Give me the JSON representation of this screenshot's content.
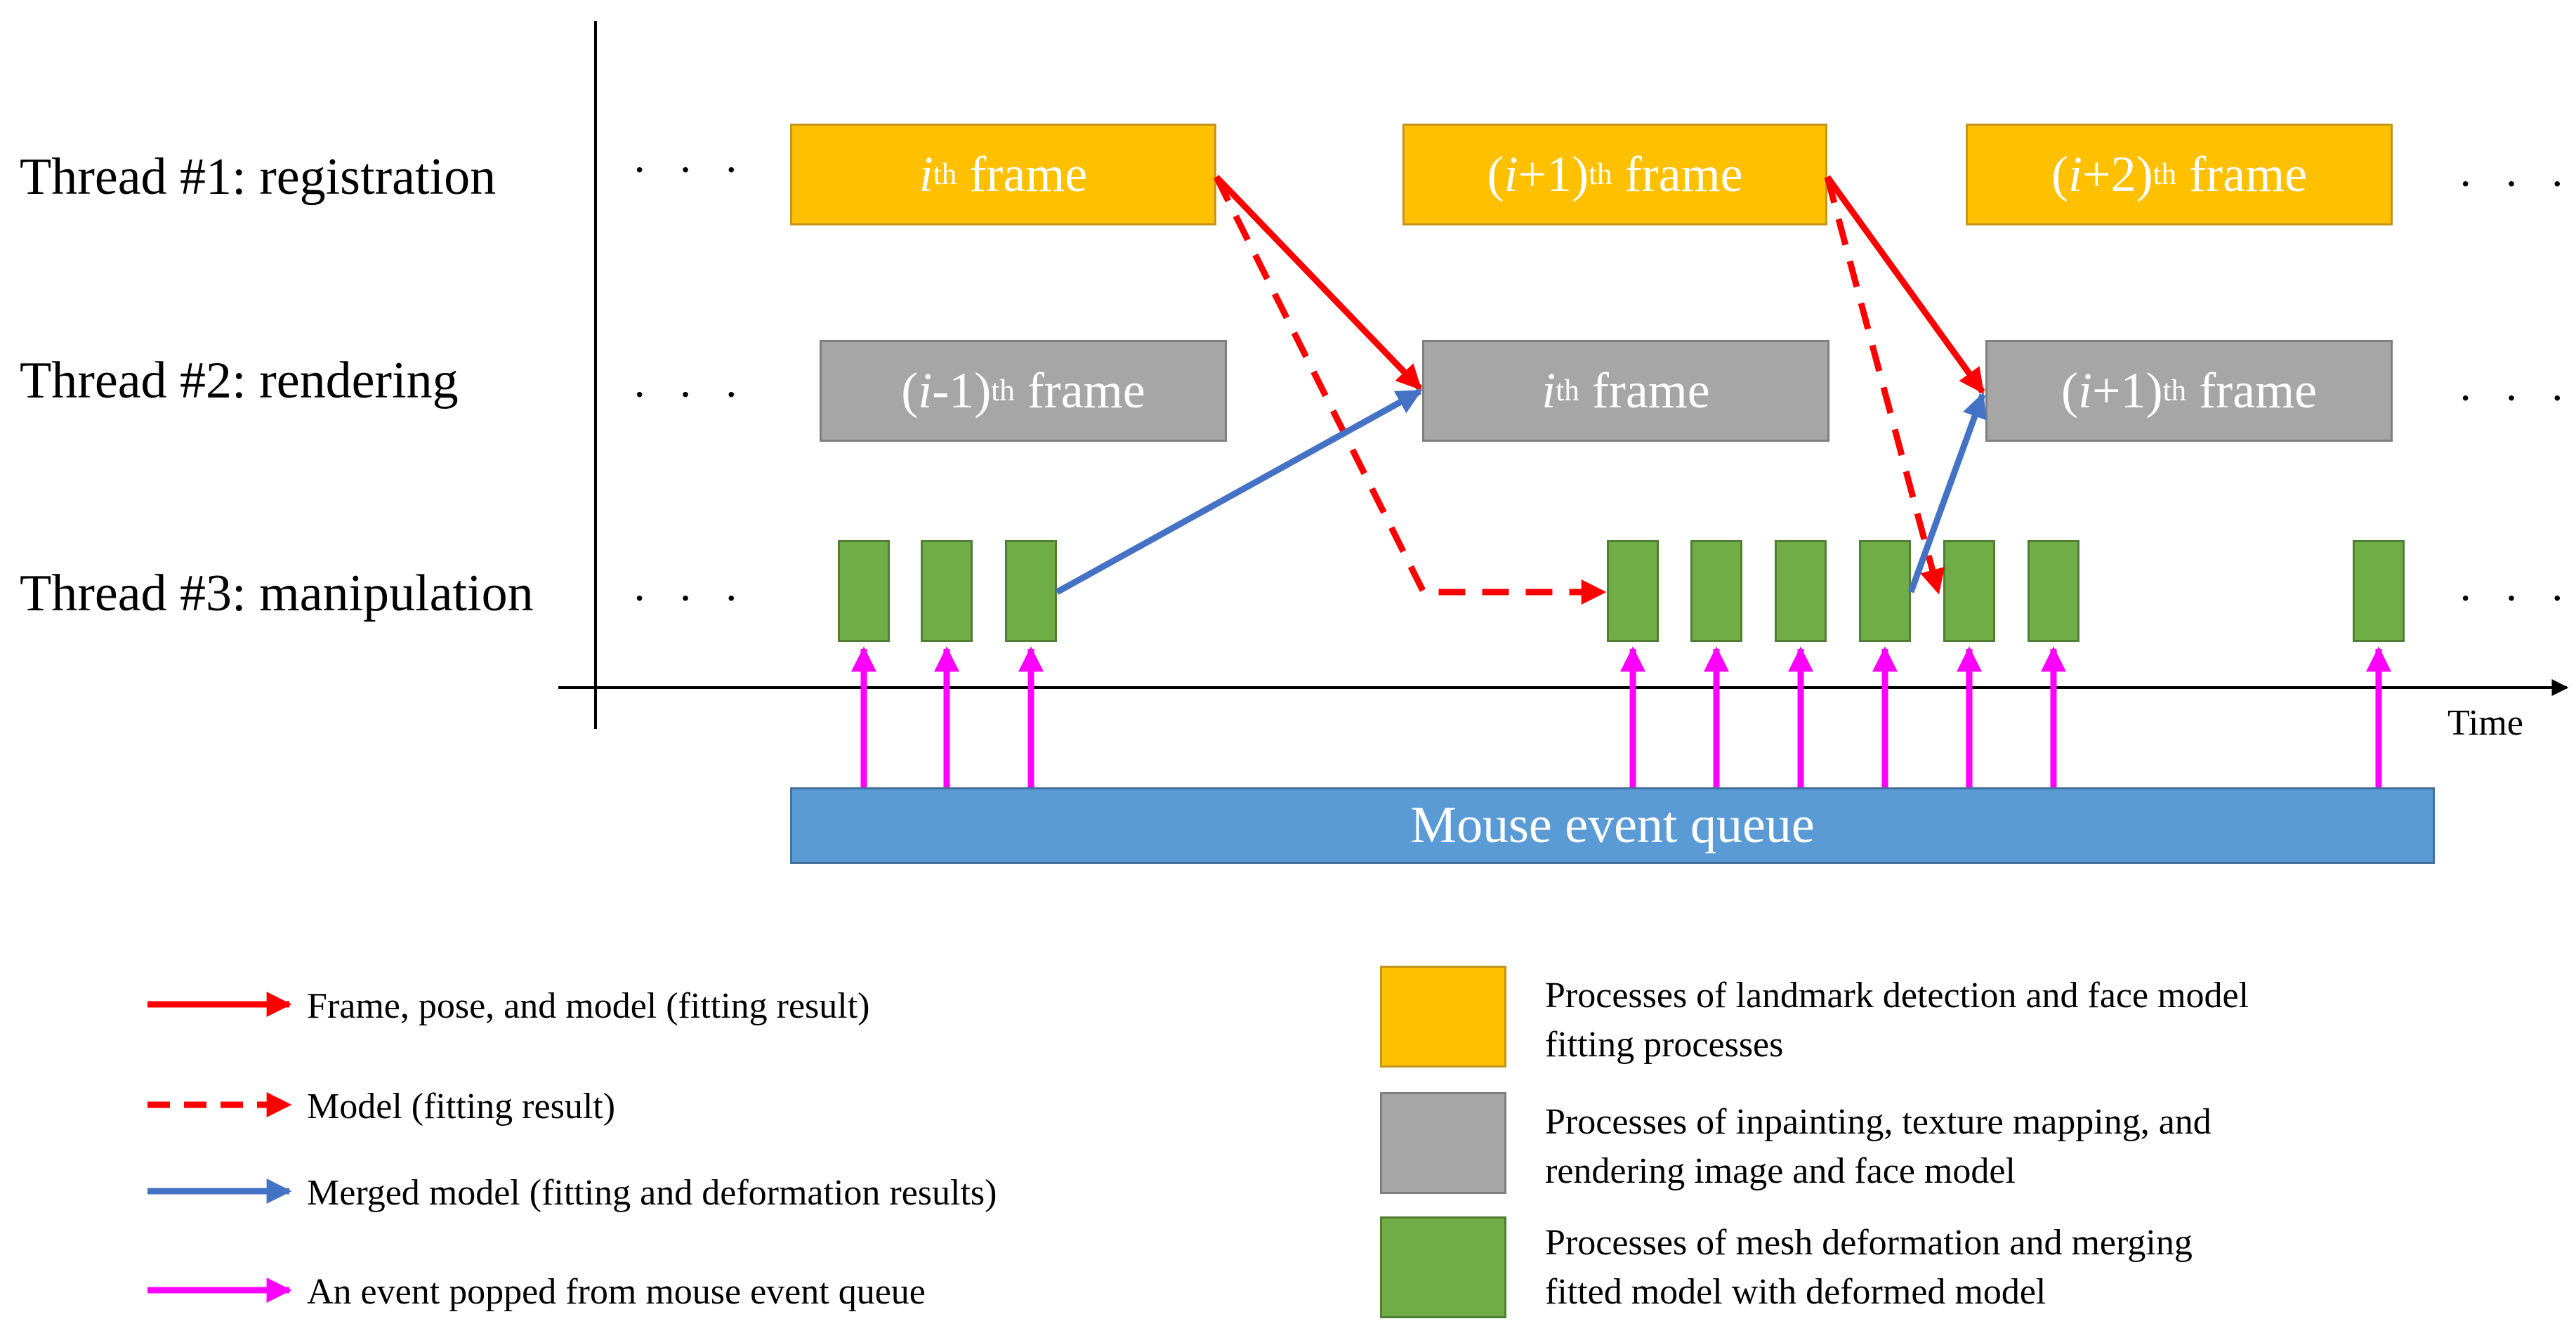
{
  "threads": [
    {
      "label": "Thread #1: registration"
    },
    {
      "label": "Thread #2: rendering"
    },
    {
      "label": "Thread #3: manipulation"
    }
  ],
  "ellipsis": "· · ·",
  "frames": {
    "t1": [
      {
        "pre": "",
        "var": "i",
        "post": "",
        "sup": "th",
        "word": " frame"
      },
      {
        "pre": "(",
        "var": "i",
        "post": "+1)",
        "sup": "th",
        "word": " frame"
      },
      {
        "pre": "(",
        "var": "i",
        "post": "+2)",
        "sup": "th",
        "word": " frame"
      }
    ],
    "t2": [
      {
        "pre": "(",
        "var": "i",
        "post": "-1)",
        "sup": "th",
        "word": " frame"
      },
      {
        "pre": "",
        "var": "i",
        "post": "",
        "sup": "th",
        "word": " frame"
      },
      {
        "pre": "(",
        "var": "i",
        "post": "+1)",
        "sup": "th",
        "word": " frame"
      }
    ]
  },
  "axis": {
    "time_label": "Time"
  },
  "queue_label": "Mouse event queue",
  "legend": {
    "arrows": [
      {
        "label": "Frame, pose, and model (fitting result)",
        "color": "#FF0000",
        "style": "solid"
      },
      {
        "label": "Model (fitting result)",
        "color": "#FF0000",
        "style": "dashed"
      },
      {
        "label": "Merged model (fitting and deformation results)",
        "color": "#4472C4",
        "style": "solid"
      },
      {
        "label": "An event popped from mouse event queue",
        "color": "#FF00FF",
        "style": "solid"
      }
    ],
    "processes": [
      {
        "line1": "Processes of landmark detection and face model",
        "line2": "fitting processes",
        "color": "#FFC000"
      },
      {
        "line1": "Processes of inpainting, texture mapping, and",
        "line2": "rendering image and face model",
        "color": "#A6A6A6"
      },
      {
        "line1": "Processes of mesh deformation and merging",
        "line2": "fitted model with deformed model",
        "color": "#70AD47"
      }
    ]
  }
}
